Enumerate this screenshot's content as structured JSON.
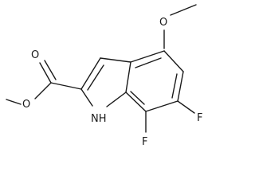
{
  "molecule": {
    "atoms": {
      "methoxy_o": "O",
      "ester_carbonyl_o": "O",
      "ester_ether_o": "O",
      "nh": "NH",
      "f6": "F",
      "f7": "F"
    }
  }
}
